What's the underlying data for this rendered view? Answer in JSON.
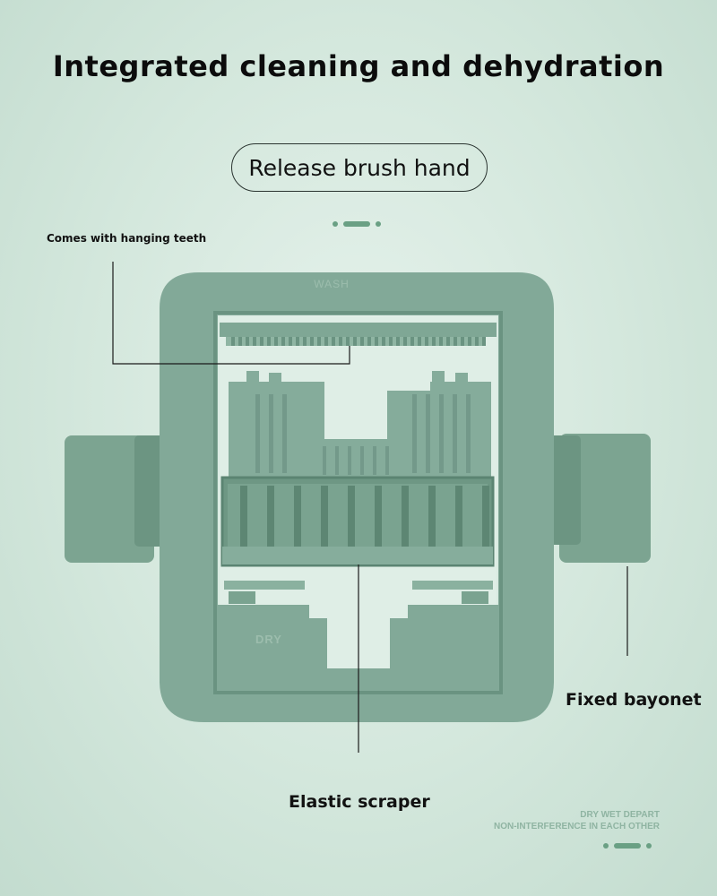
{
  "title": "Integrated cleaning and dehydration",
  "pill_label": "Release brush hand",
  "callouts": {
    "hanging_teeth": "Comes with hanging teeth",
    "fixed_bayonet": "Fixed bayonet",
    "elastic_scraper": "Elastic scraper"
  },
  "product_marks": {
    "top": "WASH",
    "bottom": "DRY"
  },
  "tagline": {
    "line1": "DRY WET DEPART",
    "line2": "NON-INTERFERENCE IN EACH OTHER"
  },
  "colors": {
    "plastic": "#7fa795",
    "plastic_dark": "#5f8a77",
    "accent_dots": "#6aa084"
  }
}
